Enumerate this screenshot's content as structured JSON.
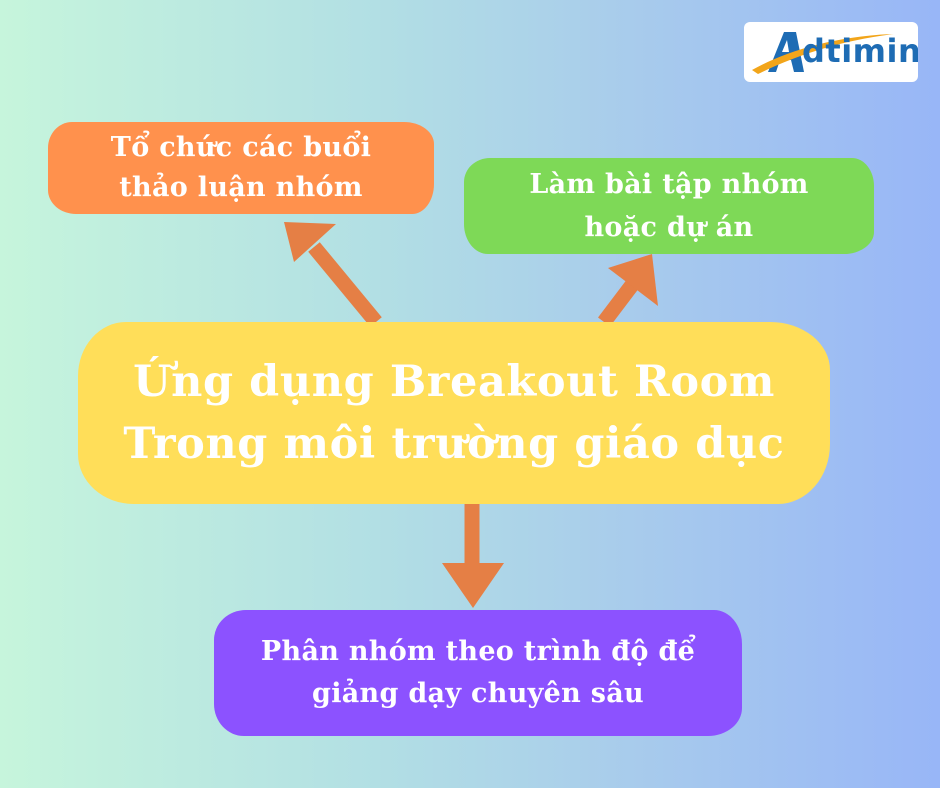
{
  "logo": {
    "text": "dtimin",
    "brand_colors": {
      "primary": "#1e6cb4",
      "accent": "#f2a51a"
    }
  },
  "diagram": {
    "center": {
      "line1": "Ứng dụng Breakout Room",
      "line2": "Trong môi trường giáo dục",
      "color": "#ffde59"
    },
    "nodes": [
      {
        "line1": "Tổ chức các buổi",
        "line2": "thảo luận nhóm",
        "color": "#ff914d"
      },
      {
        "line1": "Làm bài tập nhóm",
        "line2": "hoặc dự án",
        "color": "#7ed957"
      },
      {
        "line1": "Phân nhóm theo trình độ để",
        "line2": "giảng dạy chuyên sâu",
        "color": "#8c52ff"
      }
    ],
    "arrow_color": "#e57f45"
  }
}
